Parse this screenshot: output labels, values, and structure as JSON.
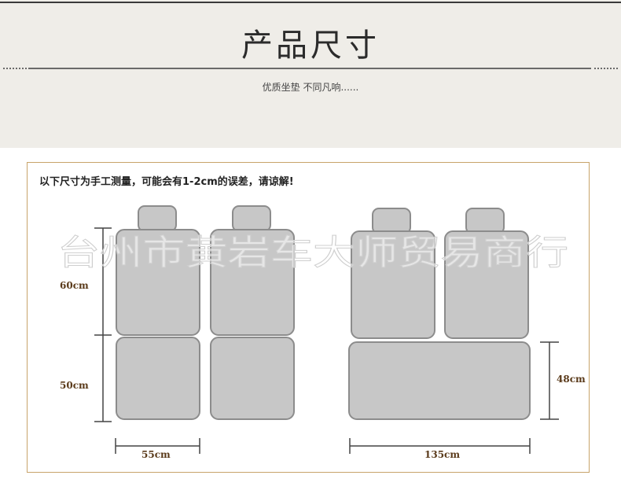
{
  "header": {
    "title": "产品尺寸",
    "subtitle": "优质坐垫 不同凡响......"
  },
  "diagram": {
    "note": "以下尺寸为手工测量，可能会有1-2cm的误差，请谅解!",
    "watermark": "台州市黄岩车大师贸易商行",
    "dims": {
      "back_height": "60cm",
      "seat_height": "50cm",
      "seat_width": "55cm",
      "rear_height": "48cm",
      "rear_width": "135cm"
    },
    "colors": {
      "cushion_fill": "#c7c7c7",
      "cushion_stroke": "#8c8c8c",
      "dimension_line": "#444444",
      "frame_border": "#c8a46a"
    }
  }
}
